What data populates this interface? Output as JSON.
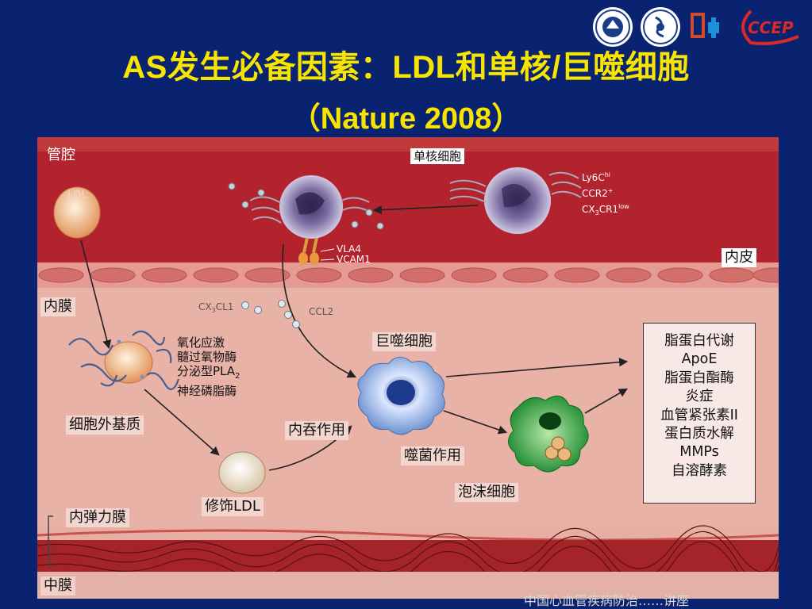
{
  "slide": {
    "title_line1": "AS发生必备因素：LDL和单核/巨噬细胞",
    "title_line2": "（Nature 2008）",
    "logos": [
      {
        "name": "university-seal-logo"
      },
      {
        "name": "hospital-logo"
      },
      {
        "name": "medical-cross-logo"
      },
      {
        "name": "ccep-logo",
        "text": "CCEP"
      }
    ],
    "colors": {
      "background": "#0a2370",
      "title": "#f7e500",
      "lumen": "#b3232e",
      "intima": "#e9b2a6",
      "macrophage": "#7f9fd6",
      "foam_cell": "#2e9a3a"
    },
    "footer_text": "中国心血管疾病防治……讲座"
  },
  "diagram": {
    "regions": {
      "lumen": "管腔",
      "endothelium": "内皮",
      "intima": "内膜",
      "internal_elastic_lamina": "内弹力膜",
      "media": "中膜"
    },
    "cells": {
      "monocyte": "单核细胞",
      "macrophage": "巨噬细胞",
      "foam_cell": "泡沫细胞",
      "ldl": "LDL",
      "modified_ldl": "修饰LDL",
      "extracellular_matrix": "细胞外基质"
    },
    "markers": {
      "ly6c": "Ly6C",
      "ly6c_sup": "hi",
      "ccr2": "CCR2",
      "ccr2_sup": "+",
      "cx3cr1_a": "CX",
      "cx3cr1_sub": "3",
      "cx3cr1_b": "CR1",
      "cx3cr1_sup": "low",
      "vla4": "VLA4",
      "vcam1": "VCAM1",
      "cx3cl1_a": "CX",
      "cx3cl1_sub": "3",
      "cx3cl1_b": "CL1",
      "ccl2": "CCL2"
    },
    "enzymes": {
      "line1": "氧化应激",
      "line2": "髓过氧物酶",
      "line3a": "分泌型PLA",
      "line3_sub": "2",
      "line4": "神经磷脂酶"
    },
    "processes": {
      "endocytosis": "内吞作用",
      "phagocytosis": "噬菌作用"
    },
    "functions": [
      "脂蛋白代谢",
      "ApoE",
      "脂蛋白酯酶",
      "炎症",
      "血管紧张素II",
      "蛋白质水解",
      "MMPs",
      "自溶酵素"
    ]
  }
}
